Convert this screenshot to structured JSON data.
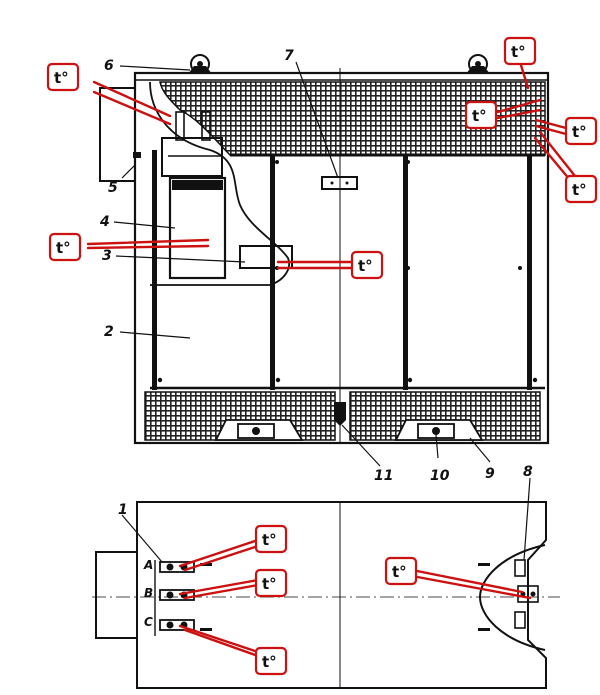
{
  "colors": {
    "outline": "#111111",
    "sensor_red": "#cc1111",
    "background": "#ffffff"
  },
  "sensor_label": "t°",
  "callouts": {
    "c1": "1",
    "c2": "2",
    "c3": "3",
    "c4": "4",
    "c5": "5",
    "c6": "6",
    "c7": "7",
    "c8": "8",
    "c9": "9",
    "c10": "10",
    "c11": "11"
  },
  "phases": [
    "A",
    "B",
    "C"
  ]
}
